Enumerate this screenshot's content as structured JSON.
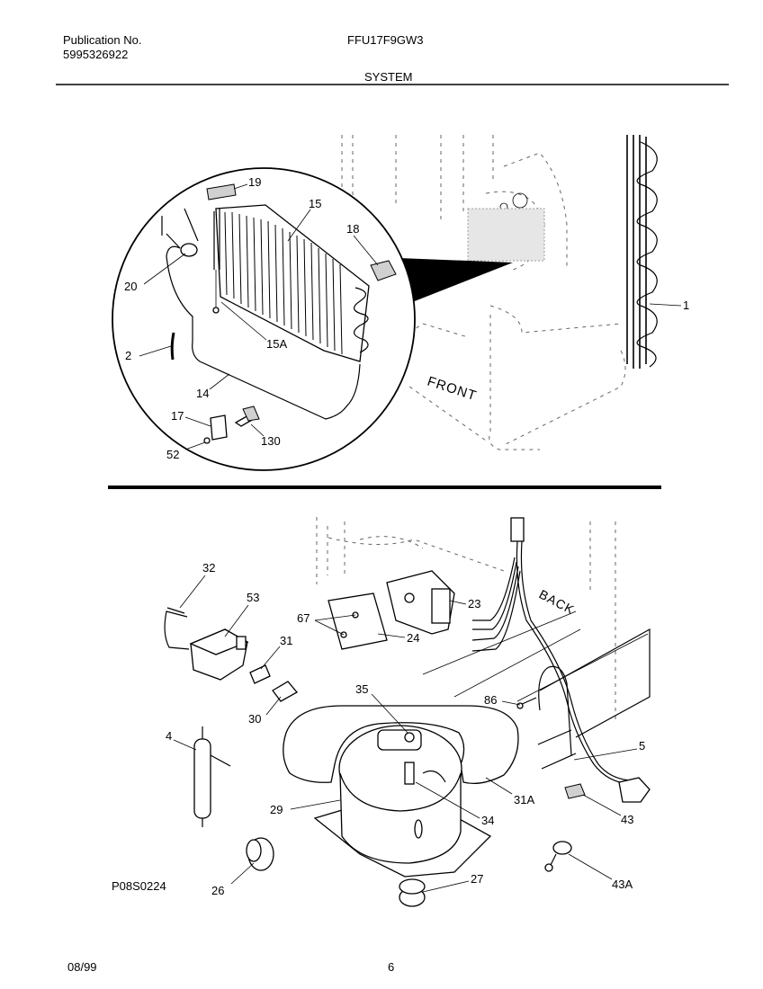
{
  "header": {
    "publication_label": "Publication No.",
    "publication_number": "5995326922",
    "model": "FFU17F9GW3",
    "section": "SYSTEM"
  },
  "footer": {
    "date": "08/99",
    "page": "6",
    "figure_code": "P08S0224"
  },
  "diagram_words": {
    "front": "FRONT",
    "back": "BACK"
  },
  "callouts_top": [
    "19",
    "15",
    "18",
    "20",
    "15A",
    "2",
    "14",
    "17",
    "130",
    "52",
    "1"
  ],
  "callouts_bottom": [
    "32",
    "53",
    "67",
    "24",
    "23",
    "31",
    "30",
    "35",
    "86",
    "4",
    "5",
    "29",
    "34",
    "31A",
    "43",
    "26",
    "27",
    "43A"
  ]
}
